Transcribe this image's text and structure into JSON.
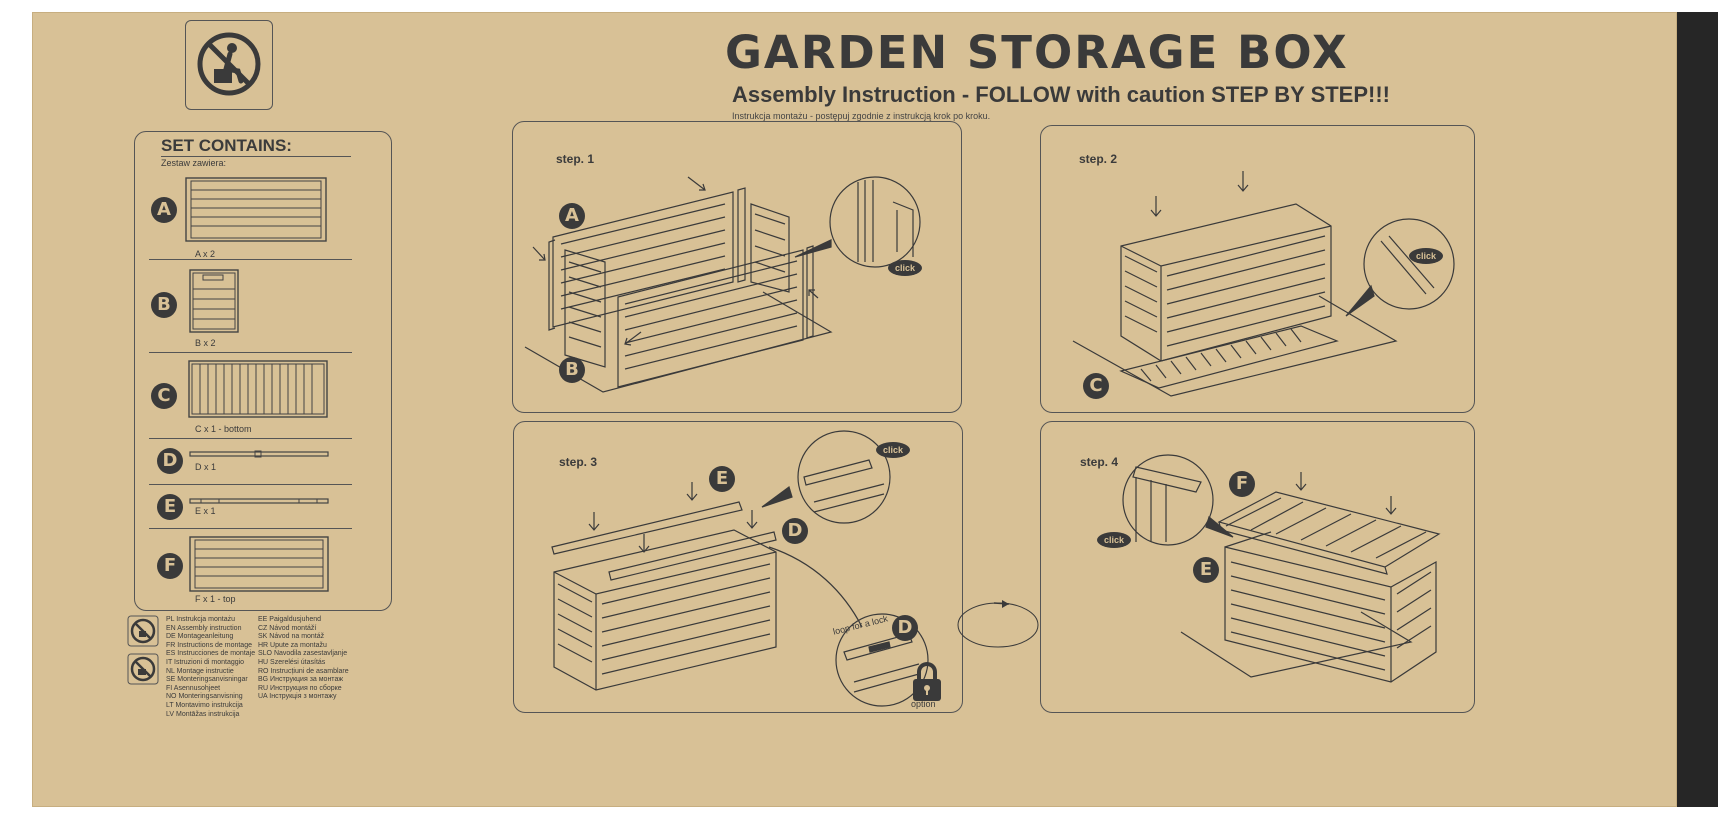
{
  "header": {
    "title": "GARDEN STORAGE BOX",
    "subtitle": "Assembly Instruction - FOLLOW with caution  STEP BY STEP!!!",
    "subtitle_pl": "Instrukcja montażu - postępuj zgodnie z instrukcją krok po kroku."
  },
  "icons": {
    "top": "no-sitting-icon",
    "lang_1": "no-sitting-icon",
    "lang_2": "no-sitting-icon"
  },
  "set": {
    "title": "SET CONTAINS:",
    "subtitle": "Zestaw zawiera:",
    "items": [
      {
        "letter": "A",
        "label": "A x 2"
      },
      {
        "letter": "B",
        "label": "B x 2"
      },
      {
        "letter": "C",
        "label": "C x 1 - bottom"
      },
      {
        "letter": "D",
        "label": "D x 1"
      },
      {
        "letter": "E",
        "label": "E x 1"
      },
      {
        "letter": "F",
        "label": "F x 1 - top"
      }
    ]
  },
  "languages": {
    "col1": [
      "PL Instrukcja montażu",
      "EN Assembly instruction",
      "DE Montageanleitung",
      "FR Instructions de montage",
      "ES Instrucciones de montaje",
      "IT Istruzioni di montaggio",
      "NL Montage instructie",
      "SE Monteringsanvisningar",
      "FI Asennusohjeet",
      "NO Monteringsanvisning",
      "LT Montavimo instrukcija",
      "LV Montāžas instrukcija"
    ],
    "col2": [
      "EE Paigaldusjuhend",
      "CZ Návod montáží",
      "SK Návod na montáž",
      "HR Upute za montažu",
      "SLO Navodila zasestavljanje",
      "HU Szerelési útasítás",
      "RO Instrucțiuni de asamblare",
      "BG Инструкция за монтаж",
      "RU Инструкция по сборке",
      "UA Інструкція з монтажу"
    ]
  },
  "steps": [
    {
      "label": "step. 1",
      "letters": [
        "A",
        "B"
      ],
      "callout": "click"
    },
    {
      "label": "step. 2",
      "letters": [
        "C"
      ],
      "callout": "click"
    },
    {
      "label": "step. 3",
      "letters": [
        "E",
        "D",
        "D"
      ],
      "callout": "click",
      "lock_text": "loop for a lock",
      "option_text": "option"
    },
    {
      "label": "step. 4",
      "letters": [
        "F",
        "E"
      ],
      "callout": "click"
    }
  ]
}
